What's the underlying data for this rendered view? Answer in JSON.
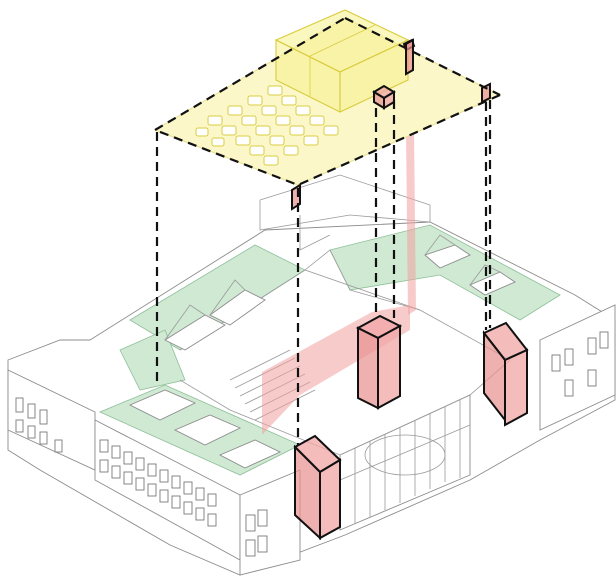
{
  "diagram": {
    "colors": {
      "accent_red": "#f2a6a6",
      "accent_yellow": "#f6f08a",
      "green_roof": "#cfe9d3",
      "outline": "#111111"
    },
    "cores": [
      "core-front",
      "core-center",
      "core-right"
    ]
  }
}
